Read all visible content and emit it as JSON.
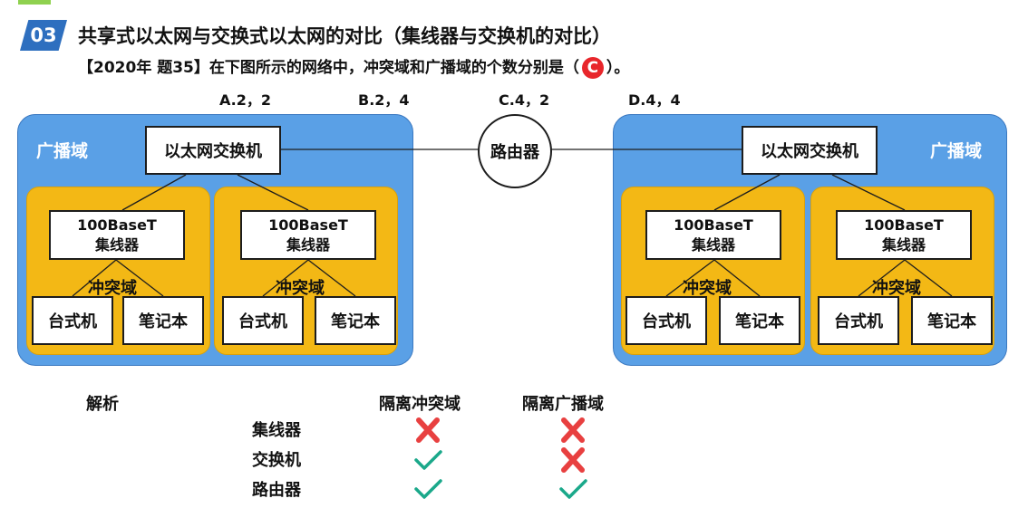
{
  "header": {
    "number": "03",
    "title": "共享式以太网与交换式以太网的对比（集线器与交换机的对比）",
    "question_prefix": "【2020年 题35】在下图所示的网络中，冲突域和广播域的个数分别是（",
    "answer": "C",
    "question_suffix": "）。"
  },
  "options": [
    "A.2，2",
    "B.2，4",
    "C.4，2",
    "D.4，4"
  ],
  "diagram": {
    "broadcast_domain_label": "广播域",
    "switch_label": "以太网交换机",
    "router_label": "路由器",
    "hub_line1": "100BaseT",
    "hub_line2": "集线器",
    "collision_domain_label": "冲突域",
    "desktop_label": "台式机",
    "laptop_label": "笔记本"
  },
  "analysis": {
    "title": "解析",
    "columns": [
      "隔离冲突域",
      "隔离广播域"
    ],
    "rows": [
      {
        "device": "集线器",
        "isolate_collision": false,
        "isolate_broadcast": false
      },
      {
        "device": "交换机",
        "isolate_collision": true,
        "isolate_broadcast": false
      },
      {
        "device": "路由器",
        "isolate_collision": true,
        "isolate_broadcast": true
      }
    ]
  },
  "colors": {
    "broadcast_domain": "#5aa0e6",
    "collision_domain": "#f3b815",
    "badge": "#2e6fbf",
    "answer": "#e8262b",
    "check": "#1aa88a",
    "cross": "#e84040"
  }
}
